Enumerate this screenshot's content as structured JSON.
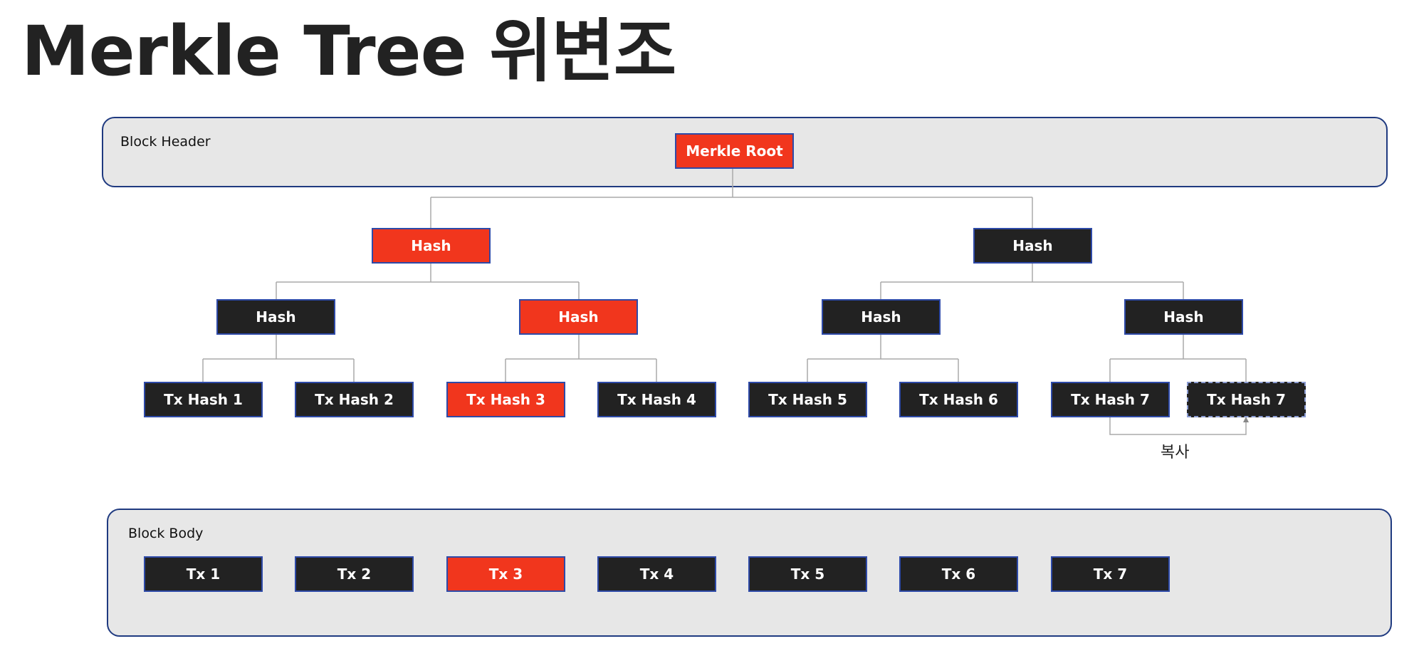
{
  "title": "Merkle Tree 위변조",
  "header": {
    "label": "Block Header",
    "root": "Merkle Root"
  },
  "tree": {
    "level1": [
      "Hash",
      "Hash"
    ],
    "level2": [
      "Hash",
      "Hash",
      "Hash",
      "Hash"
    ],
    "leaves": [
      "Tx Hash 1",
      "Tx Hash 2",
      "Tx Hash 3",
      "Tx Hash 4",
      "Tx Hash 5",
      "Tx Hash 6",
      "Tx Hash 7",
      "Tx Hash 7"
    ]
  },
  "copy_label": "복사",
  "body": {
    "label": "Block Body",
    "txs": [
      "Tx 1",
      "Tx 2",
      "Tx 3",
      "Tx 4",
      "Tx 5",
      "Tx 6",
      "Tx 7"
    ]
  },
  "colors": {
    "highlight": "#f1361d",
    "node": "#222222",
    "border": "#2e4aa8",
    "panel": "#e7e7e7",
    "edge": "#aaaaaa"
  }
}
